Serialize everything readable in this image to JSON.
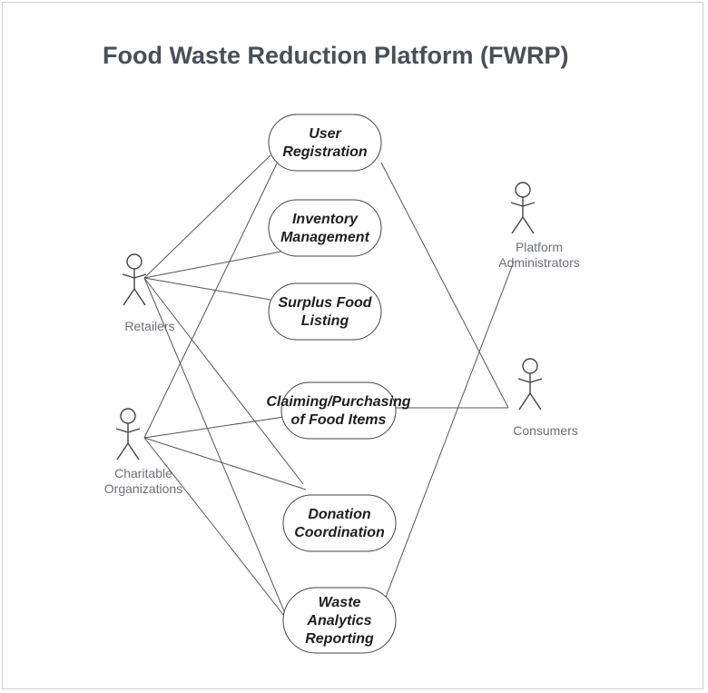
{
  "diagram": {
    "title": "Food Waste Reduction Platform (FWRP)",
    "use_cases": [
      {
        "id": "user-registration",
        "lines": [
          "User",
          "Registration"
        ]
      },
      {
        "id": "inventory-management",
        "lines": [
          "Inventory",
          "Management"
        ]
      },
      {
        "id": "surplus-food-listing",
        "lines": [
          "Surplus Food",
          "Listing"
        ]
      },
      {
        "id": "claiming-purchasing",
        "lines": [
          "Claiming/Purchasing",
          "of Food Items"
        ]
      },
      {
        "id": "donation-coordination",
        "lines": [
          "Donation",
          "Coordination"
        ]
      },
      {
        "id": "waste-analytics-reporting",
        "lines": [
          "Waste",
          "Analytics",
          "Reporting"
        ]
      }
    ],
    "actors": [
      {
        "id": "retailers",
        "lines": [
          "Retailers"
        ]
      },
      {
        "id": "charitable-organizations",
        "lines": [
          "Charitable",
          "Organizations"
        ]
      },
      {
        "id": "platform-administrators",
        "lines": [
          "Platform",
          "Administrators"
        ]
      },
      {
        "id": "consumers",
        "lines": [
          "Consumers"
        ]
      }
    ],
    "associations": [
      {
        "actor": "retailers",
        "use_case": "user-registration"
      },
      {
        "actor": "retailers",
        "use_case": "inventory-management"
      },
      {
        "actor": "retailers",
        "use_case": "surplus-food-listing"
      },
      {
        "actor": "retailers",
        "use_case": "donation-coordination"
      },
      {
        "actor": "retailers",
        "use_case": "waste-analytics-reporting"
      },
      {
        "actor": "charitable-organizations",
        "use_case": "user-registration"
      },
      {
        "actor": "charitable-organizations",
        "use_case": "claiming-purchasing"
      },
      {
        "actor": "charitable-organizations",
        "use_case": "donation-coordination"
      },
      {
        "actor": "charitable-organizations",
        "use_case": "waste-analytics-reporting"
      },
      {
        "actor": "consumers",
        "use_case": "user-registration"
      },
      {
        "actor": "consumers",
        "use_case": "claiming-purchasing"
      },
      {
        "actor": "platform-administrators",
        "use_case": "waste-analytics-reporting"
      }
    ]
  }
}
